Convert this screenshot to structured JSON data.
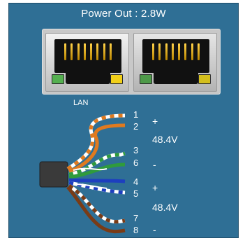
{
  "title": "Power Out : 2.8W",
  "ports": {
    "lan_label": "LAN"
  },
  "cable": {
    "pins": [
      "1",
      "2",
      "3",
      "6",
      "4",
      "5",
      "7",
      "8"
    ],
    "pair_a": {
      "sign_top": "+",
      "voltage": "48.4V",
      "sign_bottom": "-"
    },
    "pair_b": {
      "sign_top": "+",
      "voltage": "48.4V",
      "sign_bottom": "-"
    }
  },
  "colors": {
    "panel": "#2f6f95",
    "orange_wire": "#e07a1f",
    "green_wire": "#2f9b3c",
    "blue_wire": "#1d3fbf",
    "brown_wire": "#7a3b16",
    "led_green": "#55b050",
    "led_yellow": "#f2d01a"
  },
  "icons": [
    "rj45-port-icon",
    "rj45-port-icon",
    "ethernet-cable-icon"
  ]
}
